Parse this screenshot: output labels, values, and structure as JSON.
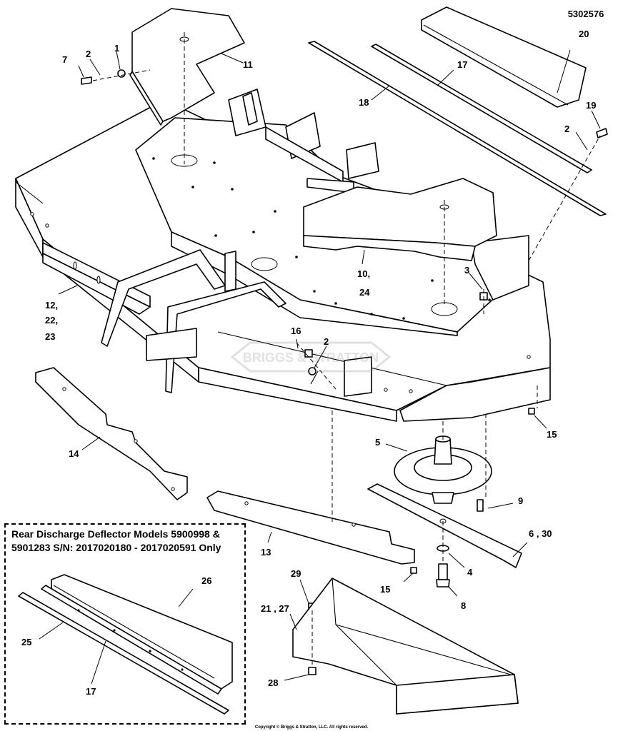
{
  "diagram": {
    "part_number": "5302576",
    "copyright": "Copyright © Briggs & Stratton, LLC. All rights reserved.",
    "watermark": "BRIGGS & STRATTON",
    "inset": {
      "title_line1": "Rear Discharge Deflector Models 5900998 &",
      "title_line2": "5901283 S/N: 2017020180 - 2017020591 Only"
    },
    "callouts": {
      "c1": "1",
      "c2a": "2",
      "c7": "7",
      "c11": "11",
      "c20": "20",
      "c17a": "17",
      "c18": "18",
      "c19": "19",
      "c2b": "2",
      "c3": "3",
      "c10": "10,",
      "c24": "24",
      "c12": "12,",
      "c22": "22,",
      "c23": "23",
      "c16": "16",
      "c2c": "2",
      "c15a": "15",
      "c14": "14",
      "c5": "5",
      "c9": "9",
      "c630": "6 , 30",
      "c4": "4",
      "c8": "8",
      "c13": "13",
      "c15b": "15",
      "c29": "29",
      "c2127": "21 , 27",
      "c28": "28",
      "c26": "26",
      "c25": "25",
      "c17b": "17"
    }
  }
}
